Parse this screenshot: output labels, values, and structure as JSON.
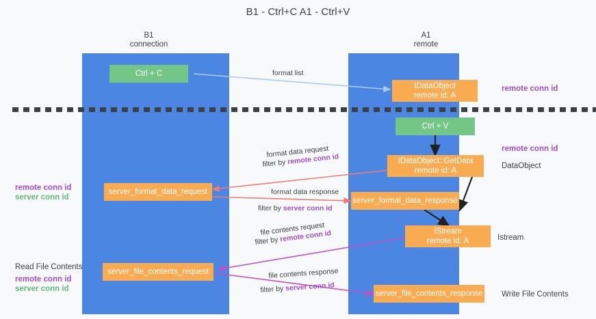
{
  "title": "B1 - Ctrl+C\nA1 - Ctrl+V",
  "colors": {
    "lane": "#4a86e2",
    "box_orange": "#f9ab52",
    "box_green": "#73c686",
    "remote_conn_id": "#a24cc4",
    "server_conn_id": "#63b77b",
    "arrow_blue": "#a8cdf0",
    "arrow_red": "#f07b72",
    "arrow_magenta": "#c44ec4",
    "arrow_black": "#202124",
    "divider": "#3c4043",
    "background": "#f8f9fa"
  },
  "lanes": [
    {
      "id": "b1",
      "title": "B1\nconnection"
    },
    {
      "id": "a1",
      "title": "A1\nremote"
    }
  ],
  "boxes": {
    "ctrl_c": "Ctrl + C",
    "idataobject": "IDataObject\nremote id: A",
    "ctrl_v": "Ctrl + V",
    "getdata": "IDataObject::GetData\nremote id: A",
    "server_format_data_request": "server_format_data_request",
    "server_format_data_response": "server_format_data_response",
    "istream": "IStream\nremote id: A",
    "server_file_contents_request": "server_file_contents_request",
    "server_file_contents_response": "server_file_contents_response"
  },
  "edges": {
    "format_list": "format list",
    "format_data_request": "format data request",
    "format_data_request_filter_prefix": "filter by ",
    "format_data_request_filter_key": "remote conn id",
    "format_data_response": "format data response",
    "format_data_response_filter_prefix": "filter by ",
    "format_data_response_filter_key": "server conn id",
    "file_contents_request": "file contents request",
    "file_contents_request_filter_prefix": "filter by ",
    "file_contents_request_filter_key": "remote conn id",
    "file_contents_response": "file contents response",
    "file_contents_response_filter_prefix": "filter by ",
    "file_contents_response_filter_key": "server conn id"
  },
  "notes": {
    "right_remote_conn_id_top": "remote conn id",
    "right_remote_conn_id_mid": "remote conn id",
    "right_dataobject": "DataObject",
    "right_istream": "Istream",
    "right_write_file_contents": "Write File Contents",
    "left_remote_conn_id_mid": "remote conn id",
    "left_server_conn_id_mid": "server conn id",
    "left_read_file_contents": "Read File Contents",
    "left_remote_conn_id_bottom": "remote conn id",
    "left_server_conn_id_bottom": "server conn id"
  }
}
